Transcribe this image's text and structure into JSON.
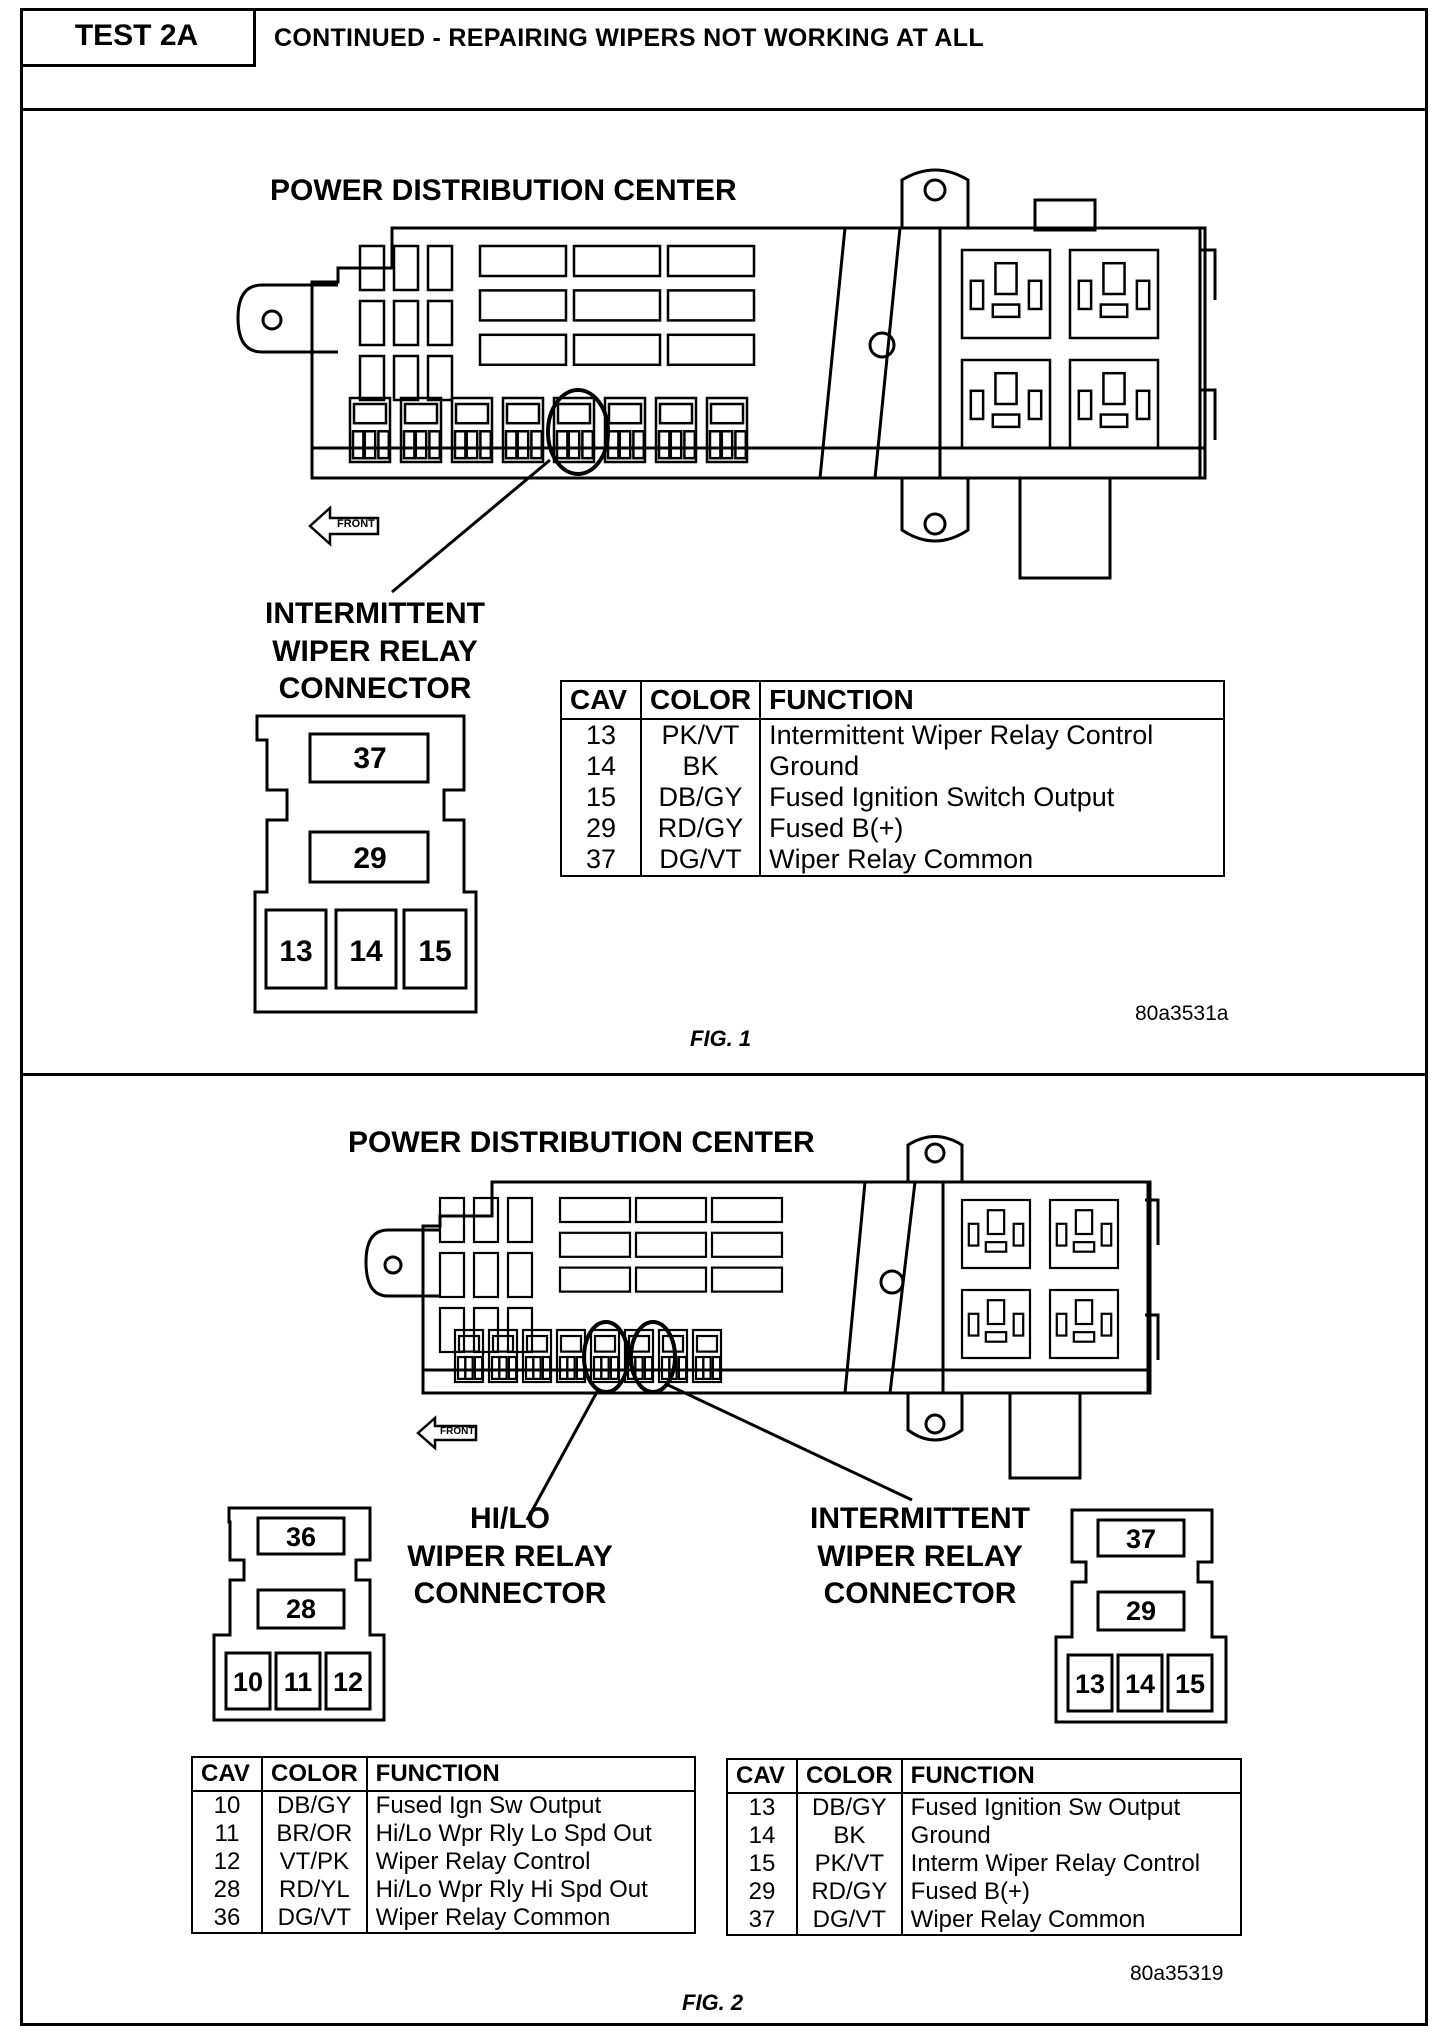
{
  "header": {
    "test_label": "TEST 2A",
    "title": "CONTINUED - REPAIRING WIPERS NOT WORKING AT ALL"
  },
  "figure1": {
    "title": "POWER DISTRIBUTION CENTER",
    "front_label": "FRONT",
    "connector_label": [
      "INTERMITTENT",
      "WIPER RELAY",
      "CONNECTOR"
    ],
    "connector_cavities": {
      "top": "37",
      "middle": "29",
      "bottom": [
        "13",
        "14",
        "15"
      ]
    },
    "table": {
      "headers": [
        "CAV",
        "COLOR",
        "FUNCTION"
      ],
      "rows": [
        [
          "13",
          "PK/VT",
          "Intermittent Wiper Relay Control"
        ],
        [
          "14",
          "BK",
          "Ground"
        ],
        [
          "15",
          "DB/GY",
          "Fused Ignition Switch Output"
        ],
        [
          "29",
          "RD/GY",
          "Fused B(+)"
        ],
        [
          "37",
          "DG/VT",
          "Wiper Relay Common"
        ]
      ]
    },
    "code": "80a3531a",
    "caption": "FIG. 1"
  },
  "figure2": {
    "title": "POWER DISTRIBUTION CENTER",
    "front_label": "FRONT",
    "hilo_label": [
      "HI/LO",
      "WIPER RELAY",
      "CONNECTOR"
    ],
    "intermittent_label": [
      "INTERMITTENT",
      "WIPER RELAY",
      "CONNECTOR"
    ],
    "hilo_cavities": {
      "top": "36",
      "middle": "28",
      "bottom": [
        "10",
        "11",
        "12"
      ]
    },
    "intermittent_cavities": {
      "top": "37",
      "middle": "29",
      "bottom": [
        "13",
        "14",
        "15"
      ]
    },
    "hilo_table": {
      "headers": [
        "CAV",
        "COLOR",
        "FUNCTION"
      ],
      "rows": [
        [
          "10",
          "DB/GY",
          "Fused Ign Sw Output"
        ],
        [
          "11",
          "BR/OR",
          "Hi/Lo Wpr Rly Lo Spd Out"
        ],
        [
          "12",
          "VT/PK",
          "Wiper Relay Control"
        ],
        [
          "28",
          "RD/YL",
          "Hi/Lo Wpr Rly Hi Spd Out"
        ],
        [
          "36",
          "DG/VT",
          "Wiper Relay Common"
        ]
      ]
    },
    "intermittent_table": {
      "headers": [
        "CAV",
        "COLOR",
        "FUNCTION"
      ],
      "rows": [
        [
          "13",
          "DB/GY",
          "Fused Ignition Sw Output"
        ],
        [
          "14",
          "BK",
          "Ground"
        ],
        [
          "15",
          "PK/VT",
          "Interm Wiper Relay Control"
        ],
        [
          "29",
          "RD/GY",
          "Fused B(+)"
        ],
        [
          "37",
          "DG/VT",
          "Wiper Relay Common"
        ]
      ]
    },
    "code": "80a35319",
    "caption": "FIG. 2"
  }
}
